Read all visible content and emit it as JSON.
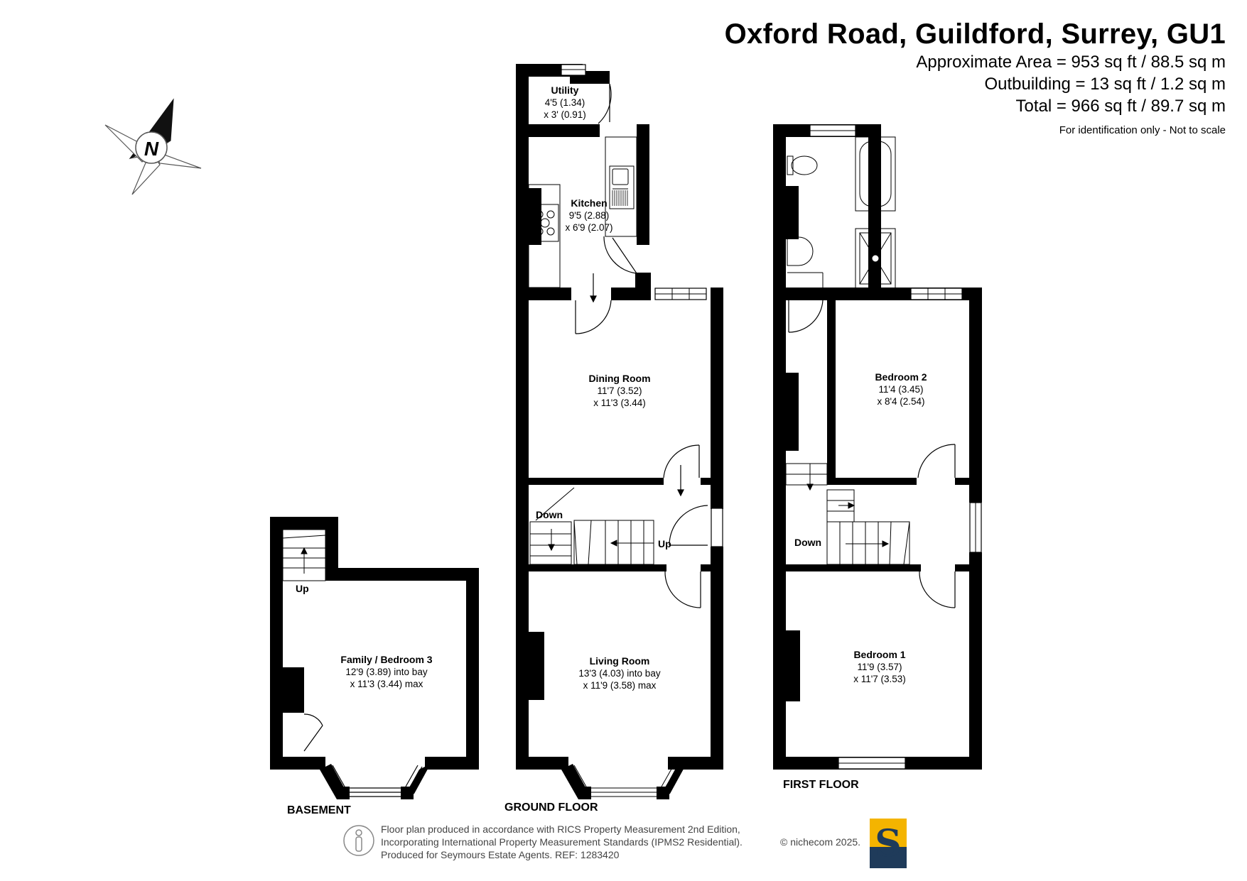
{
  "header": {
    "title": "Oxford Road, Guildford, Surrey, GU1",
    "approx_area": "Approximate Area = 953 sq ft / 88.5 sq m",
    "outbuilding": "Outbuilding = 13 sq ft / 1.2 sq m",
    "total": "Total = 966 sq ft / 89.7 sq m",
    "disclaimer": "For identification only - Not to scale"
  },
  "compass": {
    "label": "N",
    "icon": "compass-north-icon"
  },
  "floors": {
    "basement": {
      "label": "BASEMENT",
      "rooms": {
        "family": {
          "name": "Family / Bedroom 3",
          "dim1": "12'9 (3.89) into bay",
          "dim2": "x 11'3 (3.44) max"
        }
      },
      "stairs_label": "Up"
    },
    "ground": {
      "label": "GROUND FLOOR",
      "rooms": {
        "utility": {
          "name": "Utility",
          "dim1": "4'5 (1.34)",
          "dim2": "x 3' (0.91)"
        },
        "kitchen": {
          "name": "Kitchen",
          "dim1": "9'5 (2.88)",
          "dim2": "x 6'9 (2.07)"
        },
        "dining": {
          "name": "Dining Room",
          "dim1": "11'7 (3.52)",
          "dim2": "x 11'3 (3.44)"
        },
        "living": {
          "name": "Living Room",
          "dim1": "13'3 (4.03) into bay",
          "dim2": "x 11'9 (3.58) max"
        }
      },
      "stairs_down": "Down",
      "stairs_up": "Up"
    },
    "first": {
      "label": "FIRST FLOOR",
      "rooms": {
        "bedroom2": {
          "name": "Bedroom 2",
          "dim1": "11'4 (3.45)",
          "dim2": "x 8'4 (2.54)"
        },
        "bedroom1": {
          "name": "Bedroom 1",
          "dim1": "11'9 (3.57)",
          "dim2": "x 11'7 (3.53)"
        }
      },
      "stairs_down": "Down"
    }
  },
  "footer": {
    "line1": "Floor plan produced in accordance with RICS Property Measurement 2nd Edition,",
    "line2": "Incorporating International Property Measurement Standards (IPMS2 Residential).",
    "line3": "Produced for Seymours Estate Agents.     REF: 1283420",
    "brand": "© nichecom 2025.",
    "logo_letter": "S"
  },
  "colors": {
    "wall": "#000000",
    "logo_yellow": "#f4b400",
    "logo_navy": "#1f3b5a"
  }
}
